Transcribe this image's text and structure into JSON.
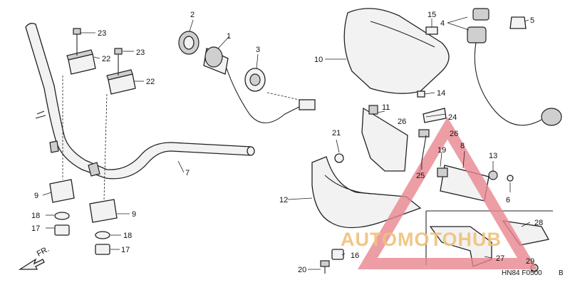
{
  "diagram": {
    "callouts": [
      "1",
      "2",
      "3",
      "4",
      "5",
      "6",
      "7",
      "8",
      "9",
      "10",
      "11",
      "12",
      "13",
      "14",
      "15",
      "16",
      "17",
      "18",
      "19",
      "20",
      "21",
      "22",
      "23",
      "24",
      "25",
      "26",
      "27",
      "28",
      "29"
    ],
    "direction_label": "FR.",
    "figure_code": "HN84 F0500",
    "figure_suffix": "B"
  },
  "watermark": {
    "text": "AUTOMOTOHUB",
    "colors": {
      "text": "#f0c27a",
      "triangle": "#e8868f"
    }
  }
}
